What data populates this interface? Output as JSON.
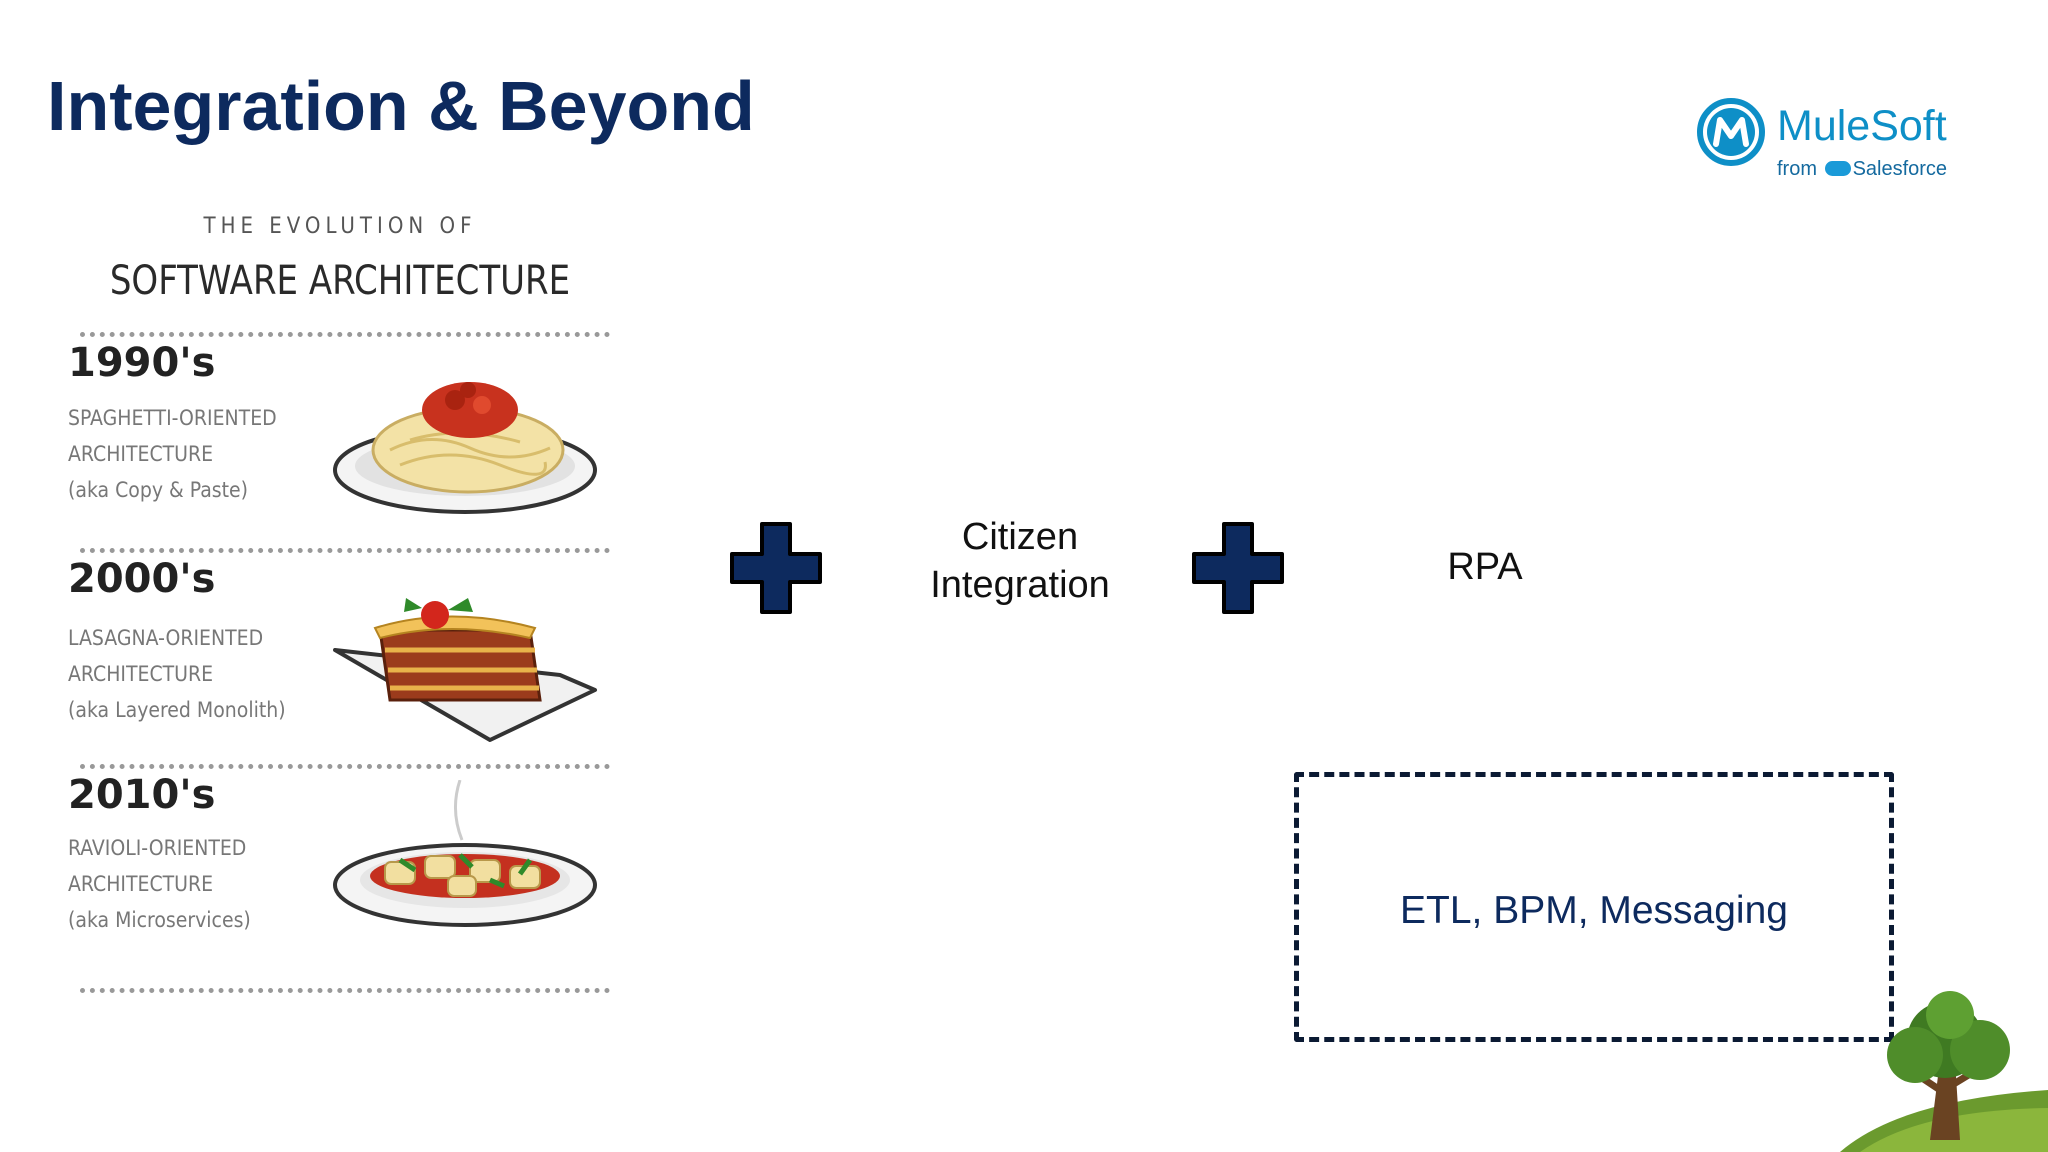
{
  "slide": {
    "title": "Integration & Beyond"
  },
  "logo": {
    "brand": "MuleSoft",
    "from": "from",
    "company": "Salesforce",
    "icon": "mulesoft-m-icon",
    "color": "#0e8fc7"
  },
  "infographic": {
    "heading_small": "THE EVOLUTION OF",
    "heading_big": "SOFTWARE ARCHITECTURE",
    "eras": [
      {
        "decade": "1990's",
        "line1": "SPAGHETTI-ORIENTED",
        "line2": "ARCHITECTURE",
        "line3": "(aka Copy & Paste)",
        "image": "spaghetti-plate"
      },
      {
        "decade": "2000's",
        "line1": "LASAGNA-ORIENTED",
        "line2": "ARCHITECTURE",
        "line3": "(aka Layered Monolith)",
        "image": "lasagna-plate"
      },
      {
        "decade": "2010's",
        "line1": "RAVIOLI-ORIENTED",
        "line2": "ARCHITECTURE",
        "line3": "(aka Microservices)",
        "image": "ravioli-plate"
      }
    ]
  },
  "equation": {
    "plus_icon": "plus-icon",
    "plus_color": "#0d2a5e",
    "item1": "Citizen Integration",
    "item2": "RPA"
  },
  "box": {
    "text": "ETL, BPM, Messaging"
  }
}
